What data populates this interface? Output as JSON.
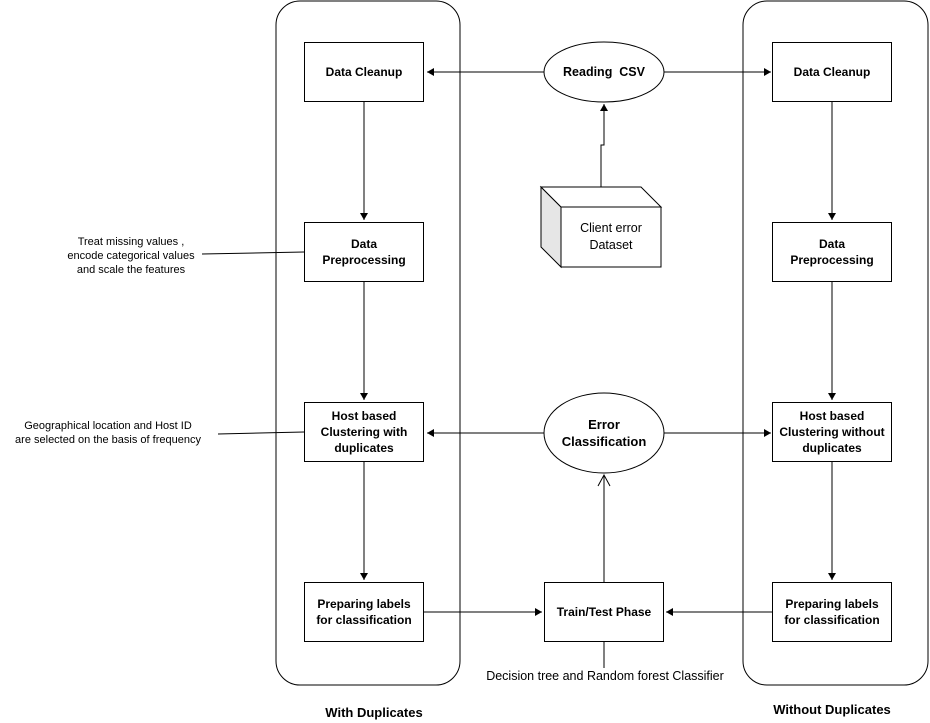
{
  "lanes": {
    "left_title": "With Duplicates",
    "right_title": "Without Duplicates"
  },
  "left": {
    "cleanup": "Data Cleanup",
    "preprocess_line1": "Data",
    "preprocess_line2": "Preprocessing",
    "cluster_line1": "Host based",
    "cluster_line2": "Clustering with",
    "cluster_line3": "duplicates",
    "labels_line1": "Preparing labels",
    "labels_line2": "for classification"
  },
  "right": {
    "cleanup": "Data Cleanup",
    "preprocess_line1": "Data",
    "preprocess_line2": "Preprocessing",
    "cluster_line1": "Host based",
    "cluster_line2": "Clustering without",
    "cluster_line3": "duplicates",
    "labels_line1": "Preparing labels",
    "labels_line2": "for classification"
  },
  "center": {
    "reading_csv": "Reading  CSV",
    "dataset_line1": "Client error",
    "dataset_line2": "Dataset",
    "error_line1": "Error",
    "error_line2": "Classification",
    "train_test": "Train/Test Phase",
    "classifier_note": "Decision tree and Random forest Classifier"
  },
  "notes": {
    "preprocess_line1": "Treat missing values ,",
    "preprocess_line2": "encode categorical values",
    "preprocess_line3": "and scale the features",
    "cluster_line1": "Geographical location and Host ID",
    "cluster_line2": "are selected on the basis of frequency"
  }
}
